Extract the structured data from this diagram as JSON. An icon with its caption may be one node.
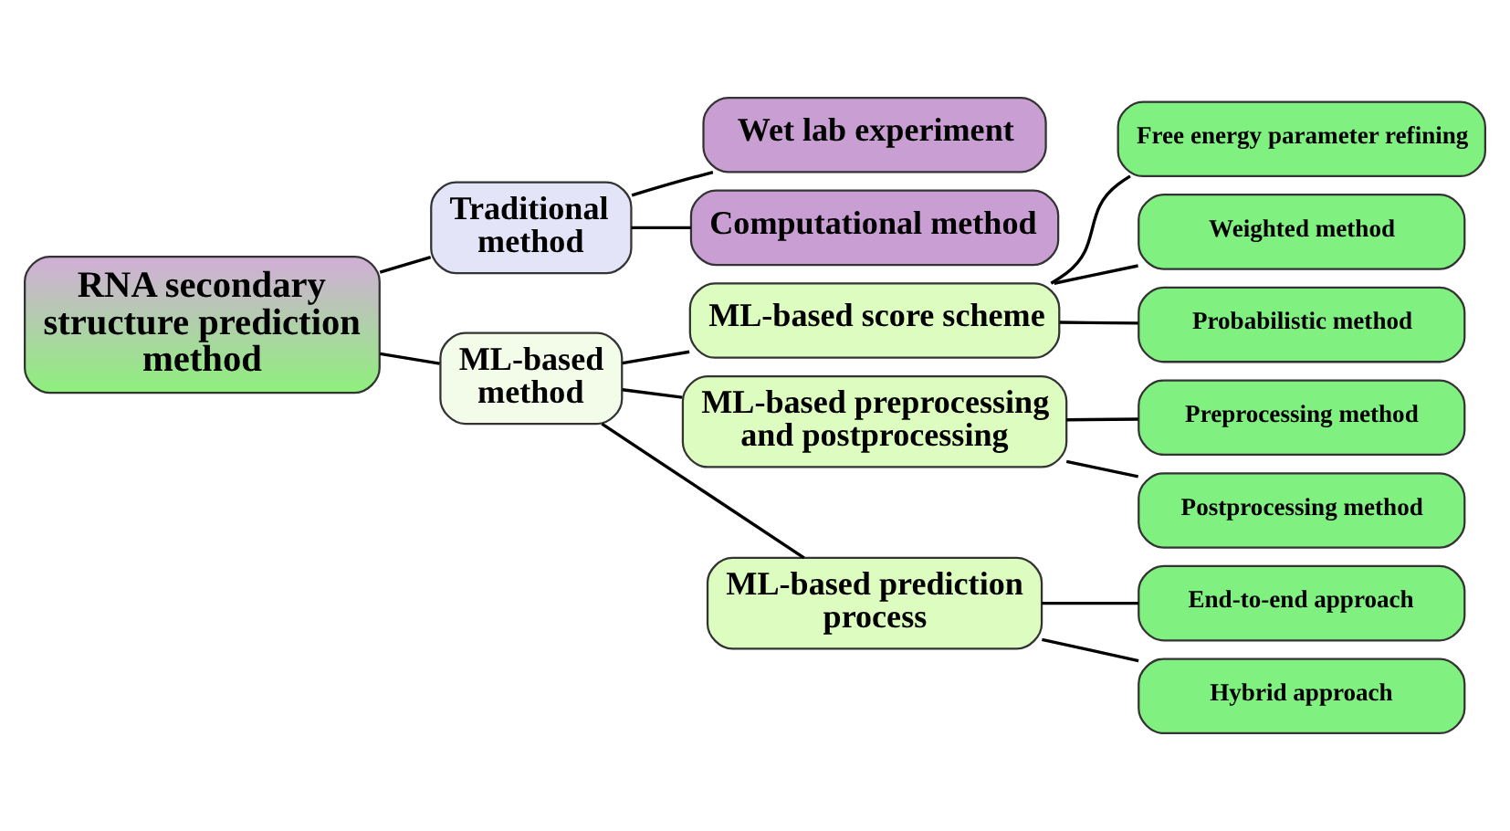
{
  "diagram": {
    "nodes": [
      {
        "text": [
          "RNA secondary structure prediction method"
        ]
      },
      {
        "text": [
          "Traditional method"
        ]
      },
      {
        "text": [
          "Wet lab experiment"
        ]
      },
      {
        "text": [
          "Computational method"
        ]
      },
      {
        "text": [
          "ML-based method"
        ]
      },
      {
        "text": [
          "ML-based score scheme"
        ]
      },
      {
        "text": [
          "Free energy parameter refining"
        ]
      },
      {
        "text": [
          "Weighted method"
        ]
      },
      {
        "text": [
          "Probabilistic method"
        ]
      },
      {
        "text": [
          "ML-based preprocessing and postprocessing"
        ]
      },
      {
        "text": [
          "Preprocessing method"
        ]
      },
      {
        "text": [
          "Postprocessing method"
        ]
      },
      {
        "text": [
          "ML-based prediction process"
        ]
      },
      {
        "text": [
          "End-to-end approach"
        ]
      },
      {
        "text": [
          "Hybrid approach"
        ]
      }
    ],
    "edges": [
      {
        "from": 0,
        "to": 1,
        "arrow": "none"
      },
      {
        "from": 0,
        "to": 4,
        "arrow": "none"
      },
      {
        "from": 1,
        "to": 2,
        "arrow": "none"
      },
      {
        "from": 1,
        "to": 3,
        "arrow": "none"
      },
      {
        "from": 4,
        "to": 5,
        "arrow": "none"
      },
      {
        "from": 4,
        "to": 9,
        "arrow": "none"
      },
      {
        "from": 4,
        "to": 12,
        "arrow": "none"
      },
      {
        "from": 5,
        "to": 6,
        "arrow": "none"
      },
      {
        "from": 5,
        "to": 7,
        "arrow": "none"
      },
      {
        "from": 5,
        "to": 8,
        "arrow": "none"
      },
      {
        "from": 9,
        "to": 10,
        "arrow": "none"
      },
      {
        "from": 9,
        "to": 11,
        "arrow": "none"
      },
      {
        "from": 12,
        "to": 13,
        "arrow": "none"
      },
      {
        "from": 12,
        "to": 14,
        "arrow": "none"
      }
    ]
  }
}
